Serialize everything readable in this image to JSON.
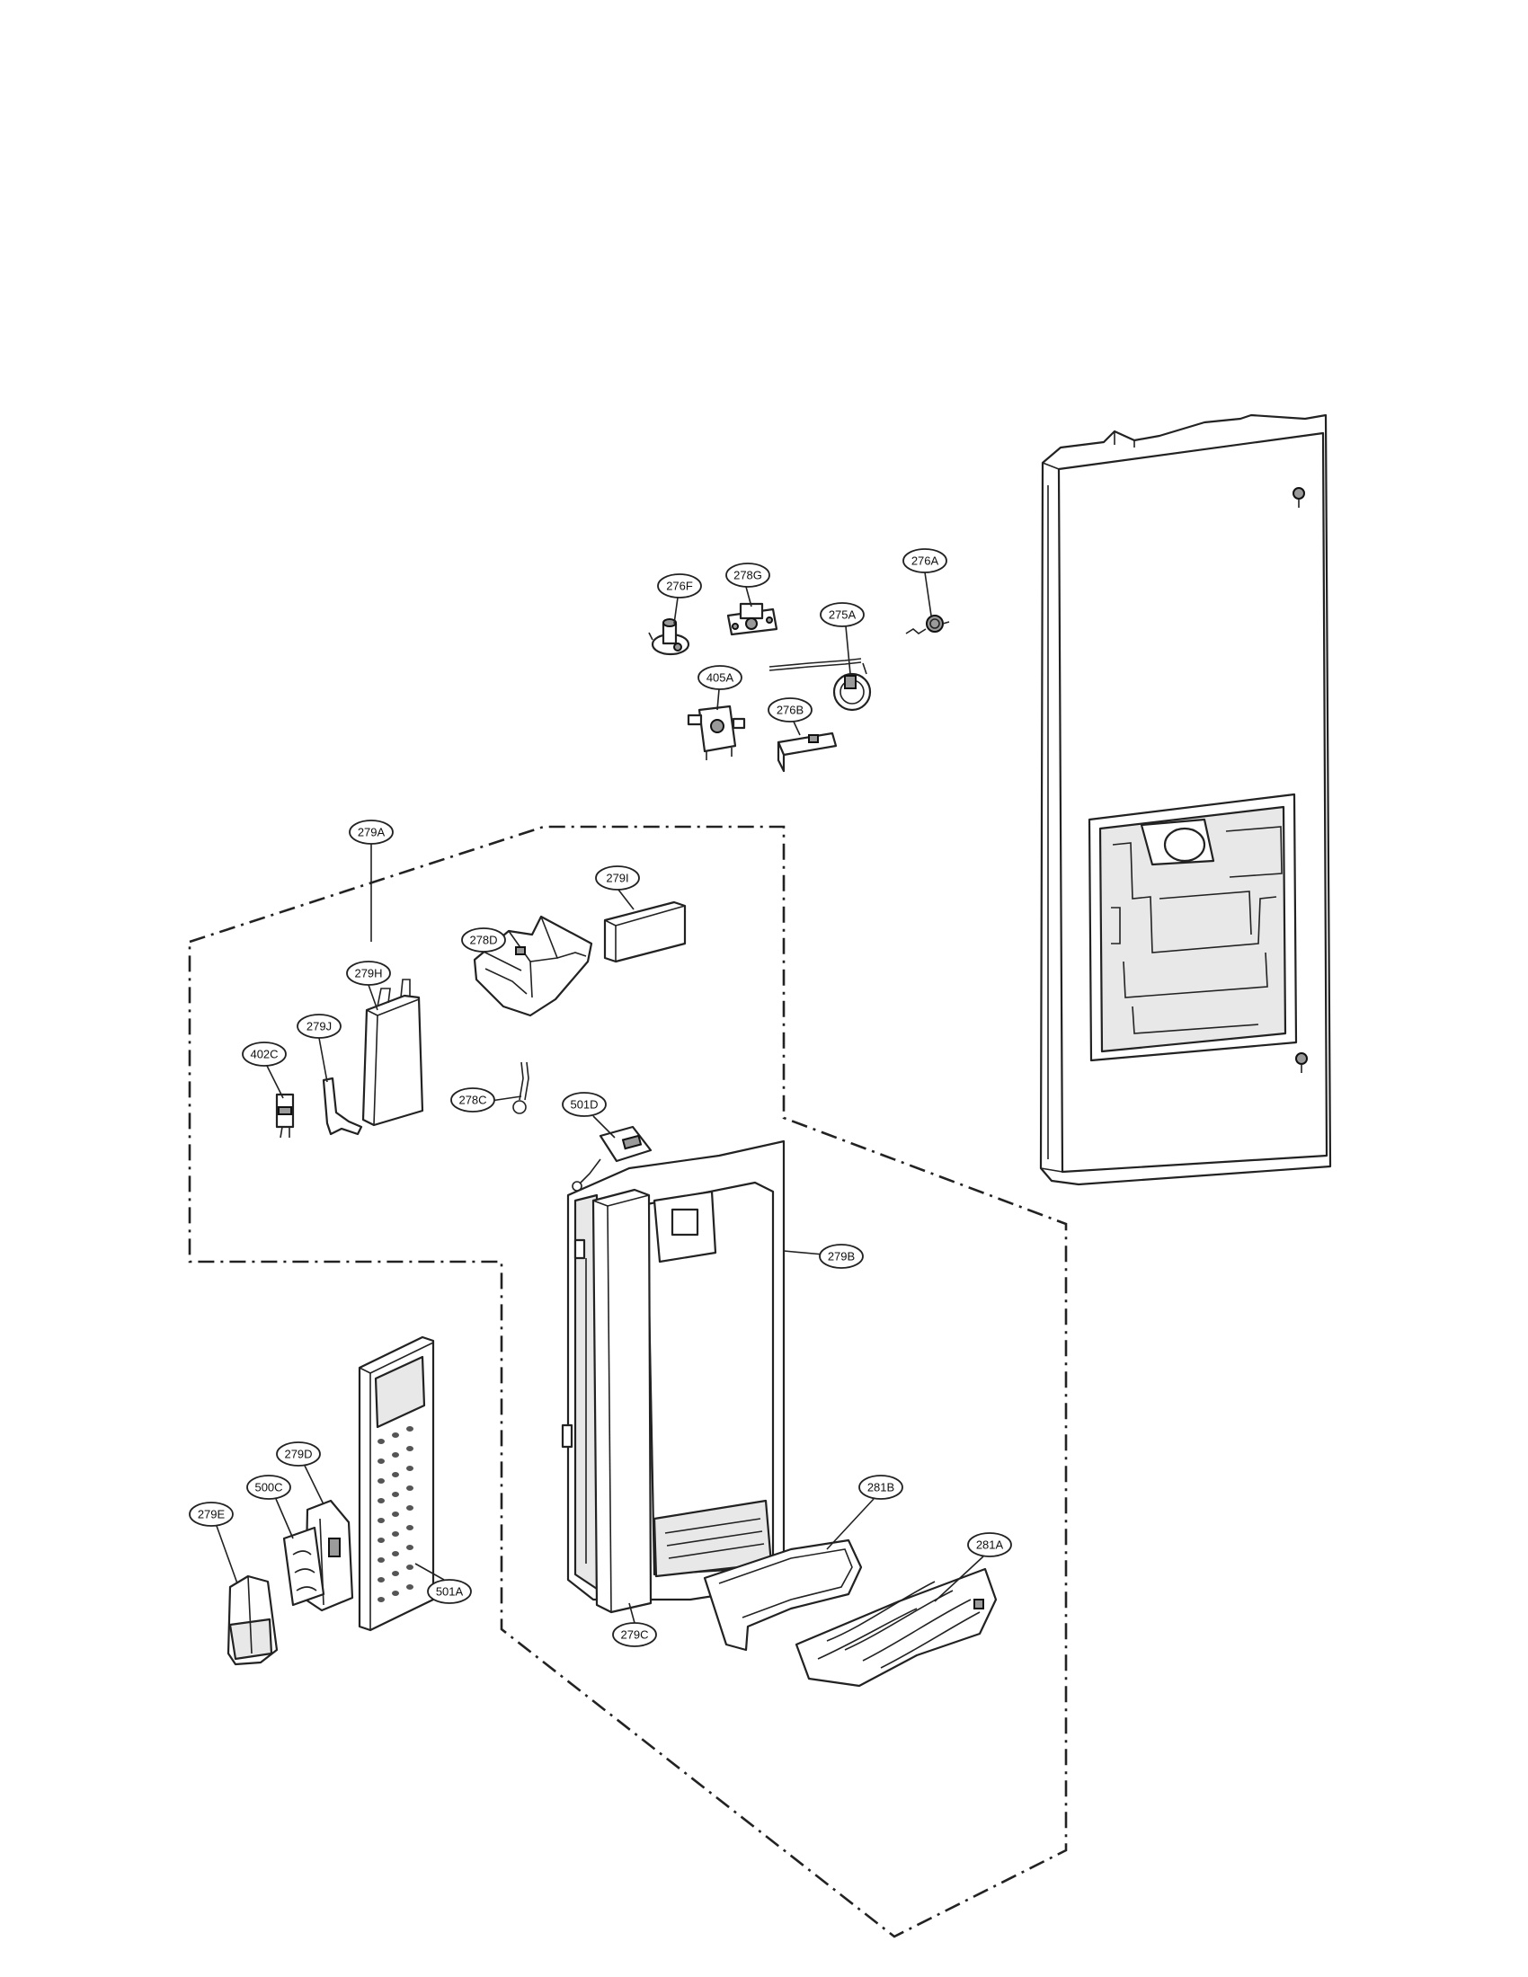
{
  "callouts": [
    {
      "id": "276F",
      "label": "276F"
    },
    {
      "id": "278G",
      "label": "278G"
    },
    {
      "id": "276A",
      "label": "276A"
    },
    {
      "id": "275A",
      "label": "275A"
    },
    {
      "id": "405A",
      "label": "405A"
    },
    {
      "id": "276B",
      "label": "276B"
    },
    {
      "id": "279A",
      "label": "279A"
    },
    {
      "id": "279I",
      "label": "279I"
    },
    {
      "id": "278D",
      "label": "278D"
    },
    {
      "id": "279H",
      "label": "279H"
    },
    {
      "id": "279J",
      "label": "279J"
    },
    {
      "id": "402C",
      "label": "402C"
    },
    {
      "id": "278C",
      "label": "278C"
    },
    {
      "id": "501D",
      "label": "501D"
    },
    {
      "id": "279B",
      "label": "279B"
    },
    {
      "id": "279D",
      "label": "279D"
    },
    {
      "id": "500C",
      "label": "500C"
    },
    {
      "id": "279E",
      "label": "279E"
    },
    {
      "id": "501A",
      "label": "501A"
    },
    {
      "id": "279C",
      "label": "279C"
    },
    {
      "id": "281B",
      "label": "281B"
    },
    {
      "id": "281A",
      "label": "281A"
    }
  ]
}
